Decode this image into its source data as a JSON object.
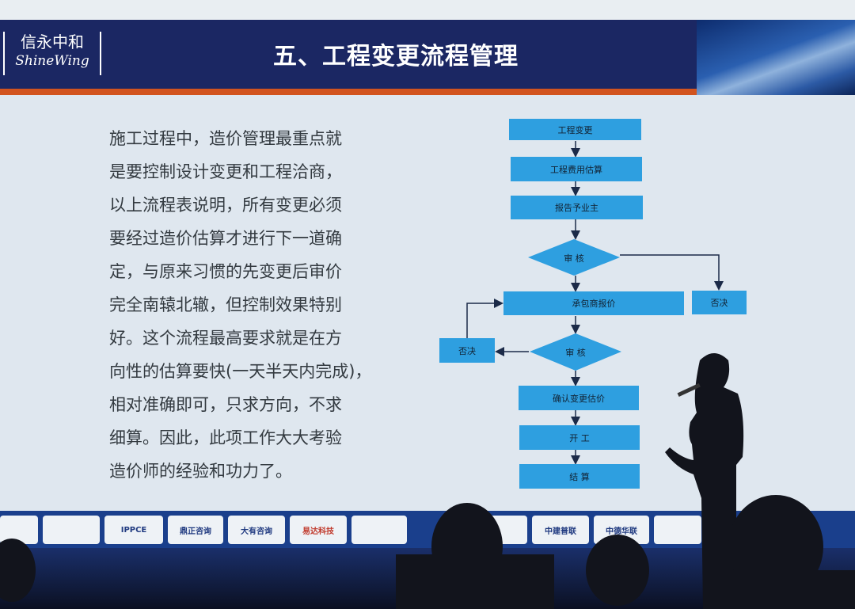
{
  "header": {
    "logo_cn": "信永中和",
    "logo_en": "ShineWing",
    "title": "五、工程变更流程管理"
  },
  "body_text": [
    "施工过程中，造价管理最重点就",
    "是要控制设计变更和工程洽商，",
    "以上流程表说明，所有变更必须",
    "要经过造价估算才进行下一道确",
    "定，与原来习惯的先变更后审价",
    "完全南辕北辙，但控制效果特别",
    "好。这个流程最高要求就是在方",
    "向性的估算要快(一天半天内完成)，",
    "相对准确即可，只求方向，不求",
    "细算。因此，此项工作大大考验",
    "造价师的经验和功力了。"
  ],
  "flowchart": {
    "step1": "工程变更",
    "step2": "工程费用估算",
    "step3": "报告予业主",
    "review1": "审 核",
    "step4": "承包商报价",
    "reject1": "否决",
    "review2": "审 核",
    "reject2": "否决",
    "step5": "确认变更估价",
    "step6": "开 工",
    "step7": "结 算"
  },
  "sponsor_logos": [
    "IPPCE",
    "鼎正咨询",
    "大有咨询",
    "易达科技",
    "中建普联",
    "中德华联"
  ],
  "colors": {
    "header": "#1b2763",
    "accent_line": "#d2541f",
    "flow_box": "#2e9fe0",
    "slide_bg": "#dfe7ef"
  }
}
